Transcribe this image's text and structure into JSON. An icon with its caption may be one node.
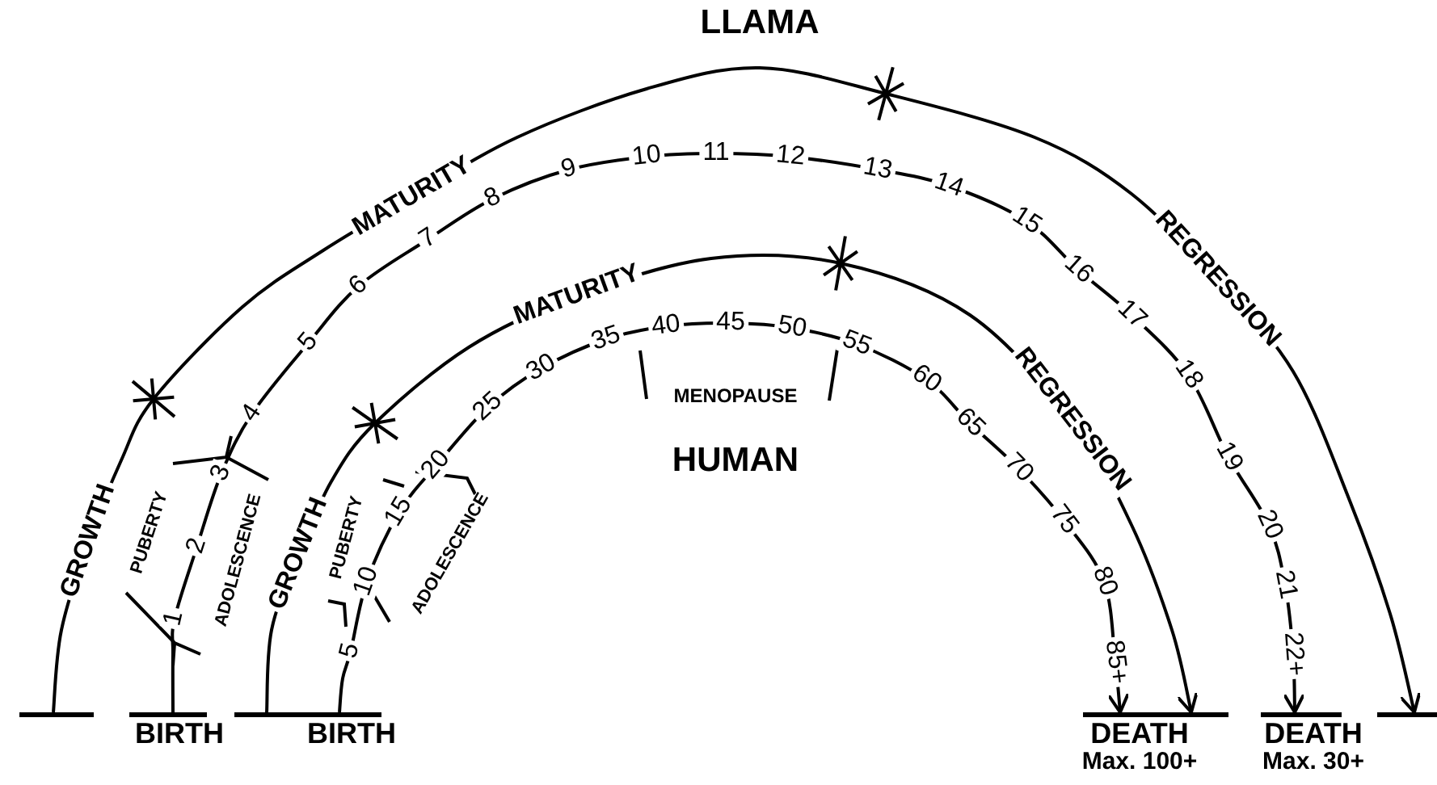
{
  "diagram": {
    "nodes": [
      {
        "text": [],
        "shape": "bar"
      },
      {
        "text": [
          "BIRTH"
        ]
      },
      {
        "text": [],
        "shape": "bar"
      },
      {
        "text": [
          "BIRTH"
        ]
      },
      {
        "text": [
          "DEATH",
          "Max. 100+"
        ]
      },
      {
        "text": [
          "DEATH",
          "Max. 30+"
        ]
      },
      {
        "text": [],
        "shape": "bar"
      }
    ],
    "edges": [
      {
        "from": 0,
        "to": 6,
        "arrow": "to"
      },
      {
        "from": 1,
        "to": 5,
        "arrow": "to"
      },
      {
        "from": 2,
        "to": 4,
        "arrow": "to"
      },
      {
        "from": 3,
        "to": 4,
        "arrow": "to"
      }
    ],
    "labels": [
      "LLAMA",
      "GROWTH",
      "MATURITY",
      "REGRESSION",
      "1",
      "2",
      "3",
      "4",
      "5",
      "6",
      "7",
      "8",
      "9",
      "10",
      "11",
      "12",
      "13",
      "14",
      "15",
      "16",
      "17",
      "18",
      "19",
      "20",
      "21",
      "22+",
      "PUBERTY",
      "ADOLESCENCE",
      "GROWTH",
      "MATURITY",
      "REGRESSION",
      "5",
      "10",
      "15",
      "20",
      "25",
      "30",
      "35",
      "40",
      "45",
      "50",
      "55",
      "60",
      "65",
      "70",
      "75",
      "80",
      "85+",
      "PUBERTY",
      "ADOLESCENCE",
      "MENOPAUSE",
      "HUMAN"
    ]
  }
}
